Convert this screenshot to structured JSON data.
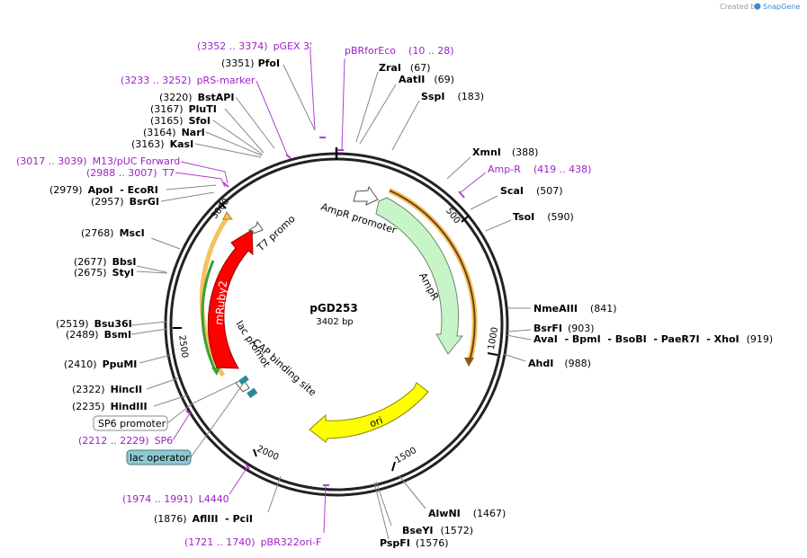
{
  "brand": {
    "prefix": "Created by",
    "name": "SnapGene"
  },
  "plasmid": {
    "name": "pGD253",
    "length": "3402 bp"
  },
  "ticks": [
    "500",
    "1000",
    "1500",
    "2000",
    "2500",
    "3000"
  ],
  "sites": [
    {
      "name": "PfoI",
      "pos": "(3351)"
    },
    {
      "name": "ZraI",
      "pos": "(67)"
    },
    {
      "name": "AatII",
      "pos": "(69)"
    },
    {
      "name": "SspI",
      "pos": "(183)"
    },
    {
      "name": "XmnI",
      "pos": "(388)"
    },
    {
      "name": "ScaI",
      "pos": "(507)"
    },
    {
      "name": "TsoI",
      "pos": "(590)"
    },
    {
      "name": "NmeAIII",
      "pos": "(841)"
    },
    {
      "name": "BsrFI",
      "pos": "(903)"
    },
    {
      "name": "AvaI  - BpmI  - BsoBI  - PaeR7I  - XhoI",
      "pos": "(919)"
    },
    {
      "name": "AhdI",
      "pos": "(988)"
    },
    {
      "name": "AlwNI",
      "pos": "(1467)"
    },
    {
      "name": "BseYI",
      "pos": "(1572)"
    },
    {
      "name": "PspFI",
      "pos": "(1576)"
    },
    {
      "name": "AflIII  - PciI",
      "pos": "(1876)"
    },
    {
      "name": "HindIII",
      "pos": "(2235)"
    },
    {
      "name": "HincII",
      "pos": "(2322)"
    },
    {
      "name": "PpuMI",
      "pos": "(2410)"
    },
    {
      "name": "BsmI",
      "pos": "(2489)"
    },
    {
      "name": "Bsu36I",
      "pos": "(2519)"
    },
    {
      "name": "StyI",
      "pos": "(2675)"
    },
    {
      "name": "BbsI",
      "pos": "(2677)"
    },
    {
      "name": "MscI",
      "pos": "(2768)"
    },
    {
      "name": "BsrGI",
      "pos": "(2957)"
    },
    {
      "name": "ApoI  - EcoRI",
      "pos": "(2979)"
    },
    {
      "name": "KasI",
      "pos": "(3163)"
    },
    {
      "name": "NarI",
      "pos": "(3164)"
    },
    {
      "name": "SfoI",
      "pos": "(3165)"
    },
    {
      "name": "PluTI",
      "pos": "(3167)"
    },
    {
      "name": "BstAPI",
      "pos": "(3220)"
    }
  ],
  "primers": [
    {
      "range": "(3352 .. 3374)",
      "name": "pGEX 3'"
    },
    {
      "name": "pBRforEco",
      "range": "(10 .. 28)"
    },
    {
      "range": "(3233 .. 3252)",
      "name": "pRS-marker"
    },
    {
      "range": "(3017 .. 3039)",
      "name": "M13/pUC Forward"
    },
    {
      "range": "(2988 .. 3007)",
      "name": "T7"
    },
    {
      "name": "Amp-R",
      "range": "(419 .. 438)"
    },
    {
      "range": "(2212 .. 2229)",
      "name": "SP6"
    },
    {
      "range": "(1974 .. 1991)",
      "name": "L4440"
    },
    {
      "range": "(1721 .. 1740)",
      "name": "pBR322ori-F"
    }
  ],
  "features": {
    "ampr_promoter": "AmpR promoter",
    "ampr": "AmpR",
    "ori": "ori",
    "mruby2": "mRuby2",
    "t7_promoter": "T7 promoter",
    "lac_promoter": "lac promoter",
    "cap_site": "CAP binding site",
    "sp6_promoter": "SP6 promoter",
    "lac_operator": "lac operator"
  },
  "colors": {
    "ampr": "#c8f5c8",
    "ori": "#ffff00",
    "mruby2": "#ff0000",
    "primer": "#a020c8",
    "primer_arc": "#f5c060",
    "lac_operator": "#8cc8d2",
    "cap_site": "#2a8a96"
  }
}
